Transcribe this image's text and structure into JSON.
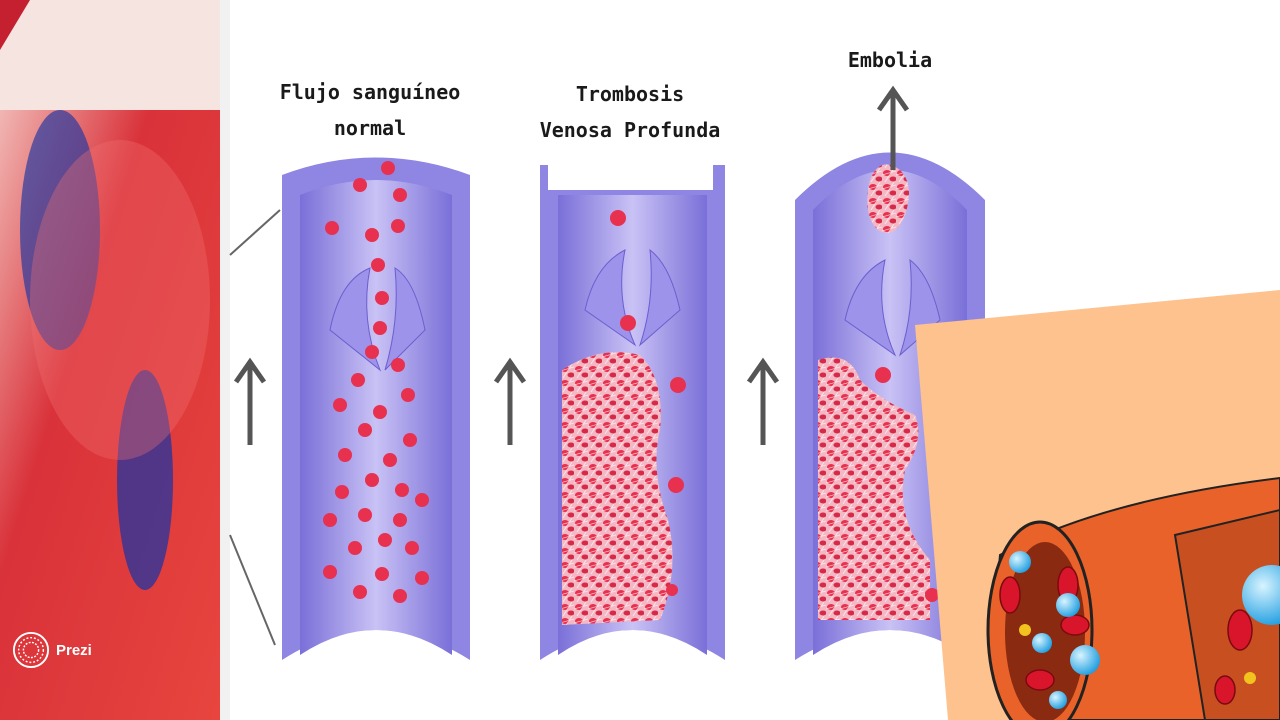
{
  "labels": {
    "normal": "Flujo sanguíneo normal",
    "normal_line1": "Flujo sanguíneo",
    "normal_line2": "normal",
    "thrombosis_line1": "Trombosis",
    "thrombosis_line2": "Venosa Profunda",
    "embolism": "Embolia"
  },
  "brand": {
    "name": "Prezi"
  },
  "colors": {
    "vein": "#9b8fe6",
    "vein_dark": "#6b5fcf",
    "cell": "#e8304f",
    "clot": "#f0a0b0",
    "overlay_bg": "#fdc28e",
    "artery": "#e8622a"
  },
  "icons": [
    "up-arrow-icon",
    "prezi-logo-icon"
  ]
}
